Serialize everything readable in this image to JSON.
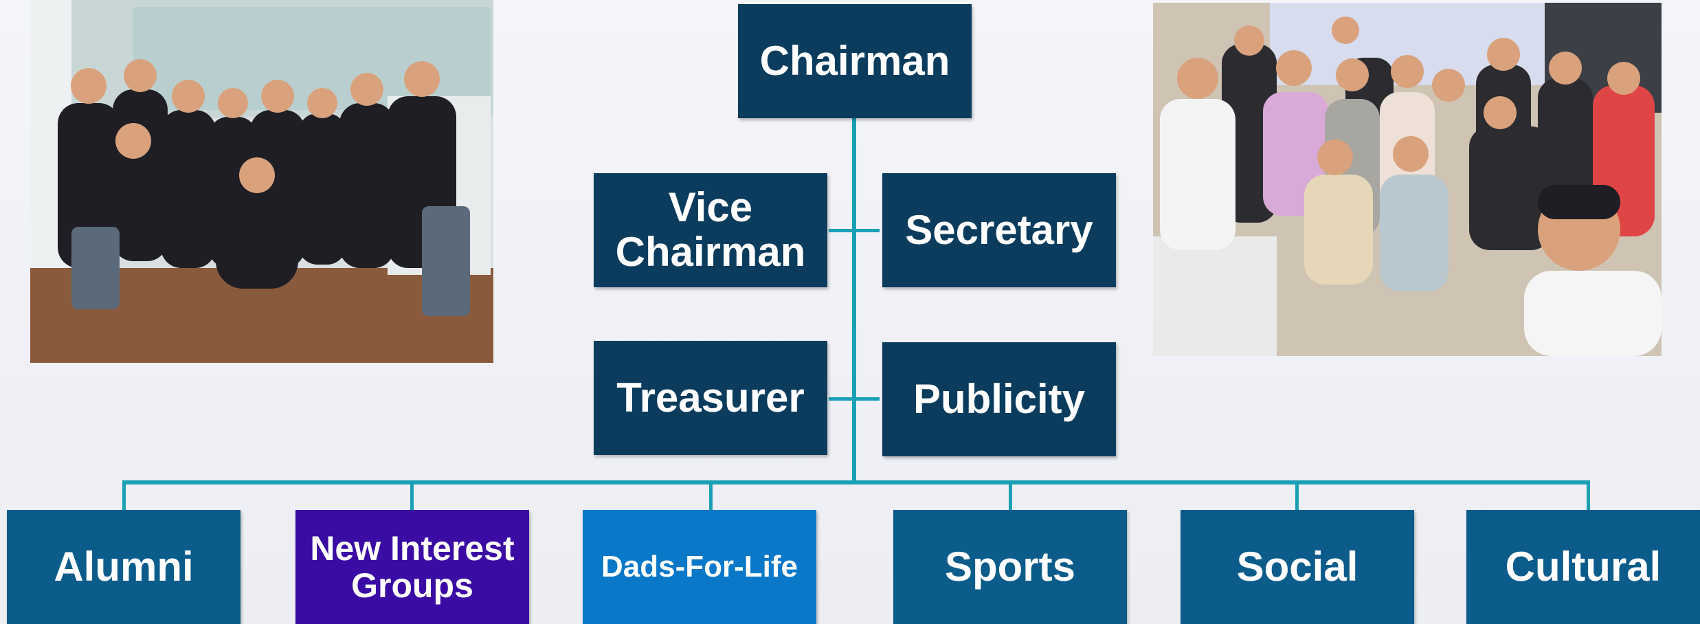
{
  "org": {
    "chairman": "Chairman",
    "vice_chairman_line1": "Vice",
    "vice_chairman_line2": "Chairman",
    "secretary": "Secretary",
    "treasurer": "Treasurer",
    "publicity": "Publicity"
  },
  "groups": {
    "alumni": "Alumni",
    "new_interest_line1": "New Interest",
    "new_interest_line2": "Groups",
    "dads_for_life": "Dads-For-Life",
    "sports": "Sports",
    "social": "Social",
    "cultural": "Cultural"
  },
  "colors": {
    "officer_box": "#0b3c5d",
    "group_box": "#0b5c8a",
    "new_interest_box": "#3a0ca3",
    "dads_box": "#0a78c8",
    "connector": "#1aa0b5"
  },
  "icons": {
    "left_photo": "group-photo-black-shirts",
    "right_photo": "group-selfie-photo"
  }
}
